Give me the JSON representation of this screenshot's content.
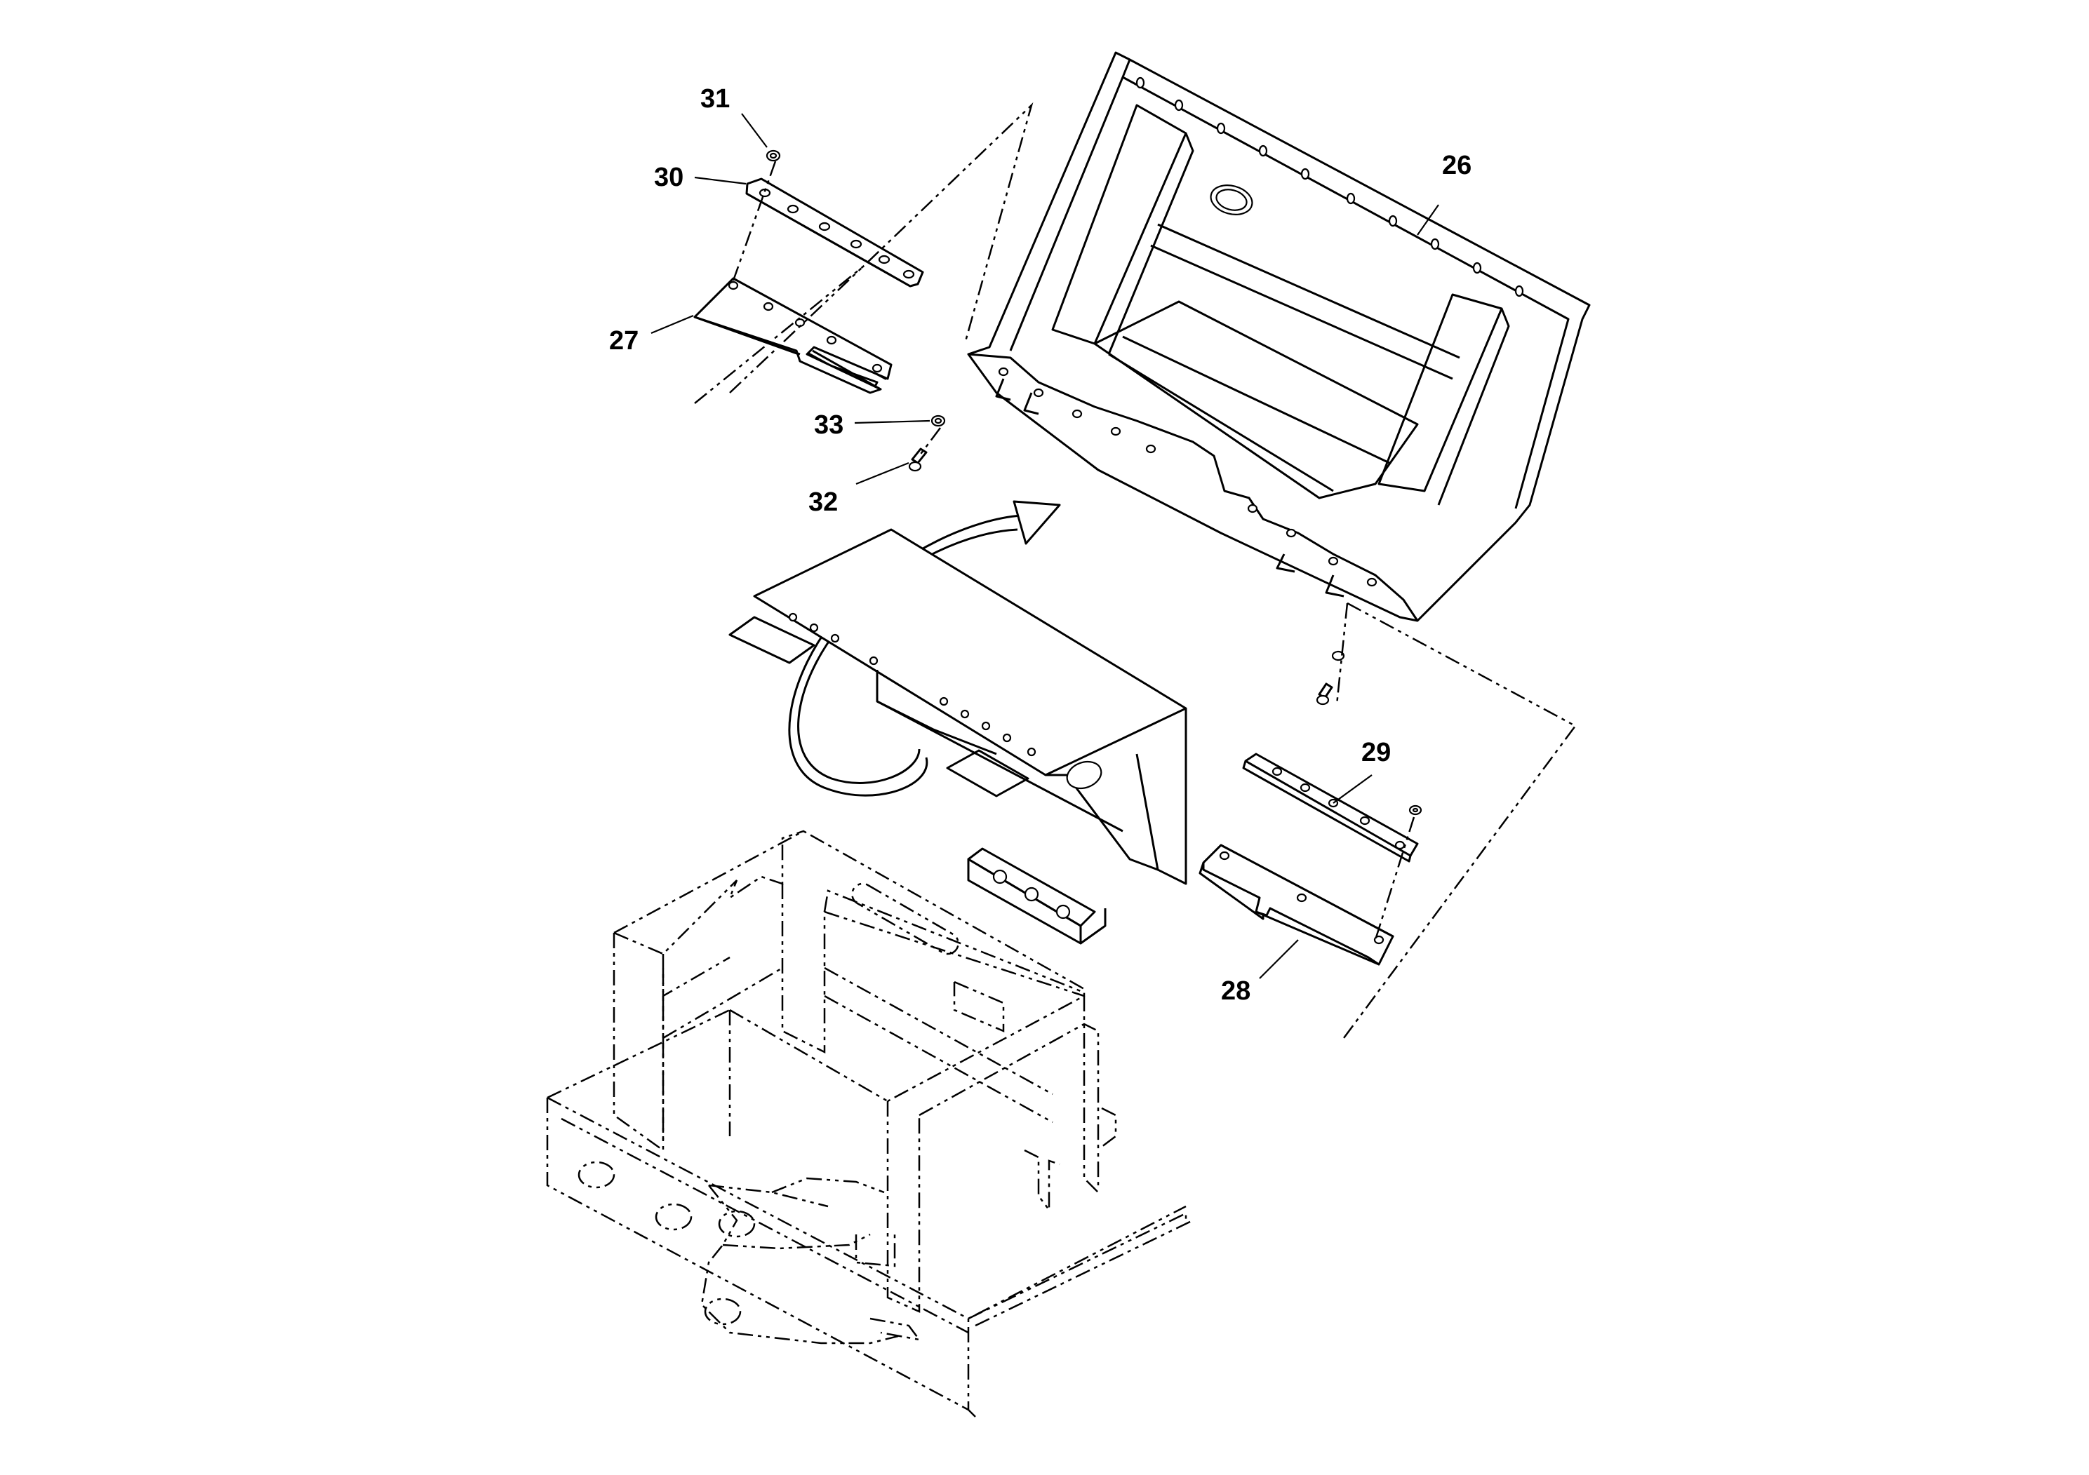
{
  "callouts": {
    "c26": "26",
    "c27": "27",
    "c28": "28",
    "c29": "29",
    "c30": "30",
    "c31": "31",
    "c32": "32",
    "c33": "33"
  }
}
